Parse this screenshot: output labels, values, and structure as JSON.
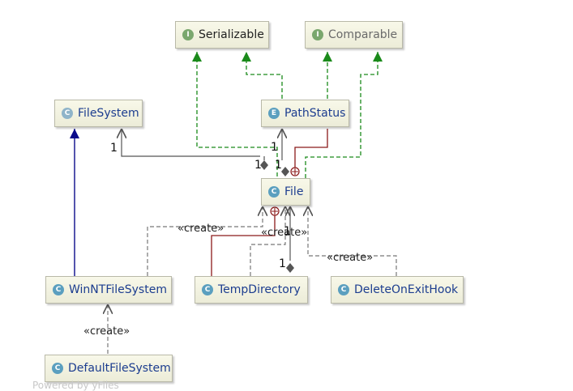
{
  "diagram": {
    "nodes": {
      "serializable": {
        "name": "Serializable",
        "kind": "interface"
      },
      "comparable": {
        "name": "Comparable",
        "kind": "interface"
      },
      "filesystem": {
        "name": "FileSystem",
        "kind": "abstract-class"
      },
      "pathstatus": {
        "name": "PathStatus",
        "kind": "enum"
      },
      "file": {
        "name": "File",
        "kind": "class"
      },
      "winntfilesystem": {
        "name": "WinNTFileSystem",
        "kind": "class"
      },
      "tempdirectory": {
        "name": "TempDirectory",
        "kind": "class"
      },
      "deleteonexithook": {
        "name": "DeleteOnExitHook",
        "kind": "class"
      },
      "defaultfilesystem": {
        "name": "DefaultFileSystem",
        "kind": "class"
      }
    },
    "edge_labels": {
      "create": "«create»",
      "one": "1"
    },
    "watermark": "Powered by yFiles",
    "colors": {
      "implements": "#1a7a1a",
      "extends": "#0a0a8a",
      "inner_class": "#8b1a1a",
      "association": "#555555",
      "dependency": "#777777"
    }
  }
}
